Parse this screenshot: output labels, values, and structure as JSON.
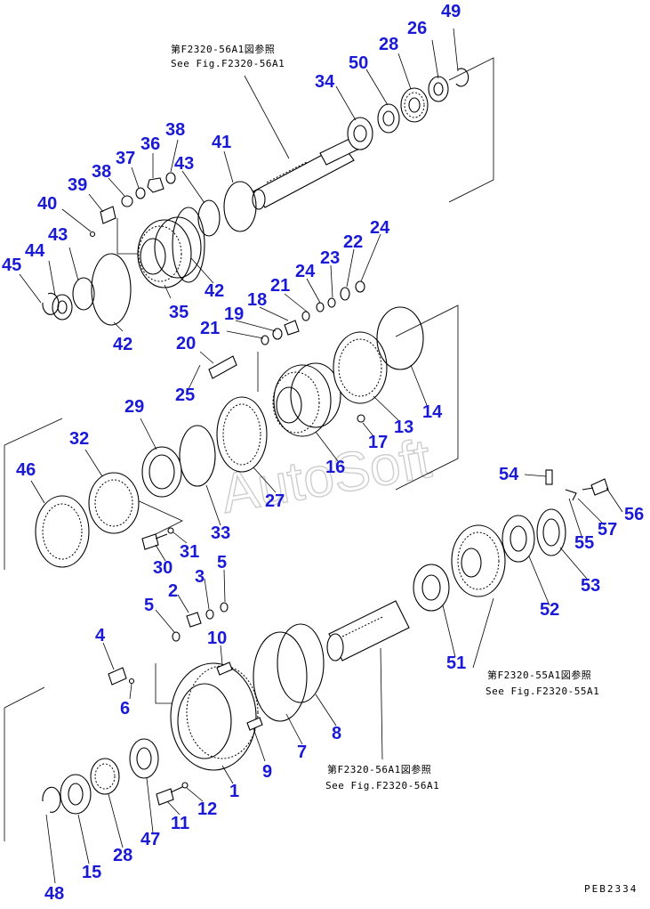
{
  "diagram": {
    "watermark": "AutoSoft",
    "doc_id": "PEB2334",
    "references": [
      {
        "id": "ref-top",
        "jp": "第F2320-56A1図参照",
        "en": "See Fig.F2320-56A1"
      },
      {
        "id": "ref-right",
        "jp": "第F2320-55A1図参照",
        "en": "See Fig.F2320-55A1"
      },
      {
        "id": "ref-bottom",
        "jp": "第F2320-56A1図参照",
        "en": "See Fig.F2320-56A1"
      }
    ],
    "callouts": [
      "49",
      "26",
      "28",
      "50",
      "34",
      "41",
      "38",
      "36",
      "37",
      "43",
      "38",
      "39",
      "40",
      "43",
      "44",
      "45",
      "42",
      "35",
      "42",
      "24",
      "22",
      "23",
      "24",
      "21",
      "18",
      "19",
      "21",
      "20",
      "25",
      "14",
      "13",
      "17",
      "16",
      "29",
      "32",
      "46",
      "27",
      "33",
      "31",
      "30",
      "54",
      "56",
      "57",
      "55",
      "53",
      "52",
      "51",
      "5",
      "3",
      "2",
      "5",
      "4",
      "10",
      "6",
      "8",
      "7",
      "9",
      "1",
      "12",
      "11",
      "47",
      "28",
      "15",
      "48"
    ]
  }
}
